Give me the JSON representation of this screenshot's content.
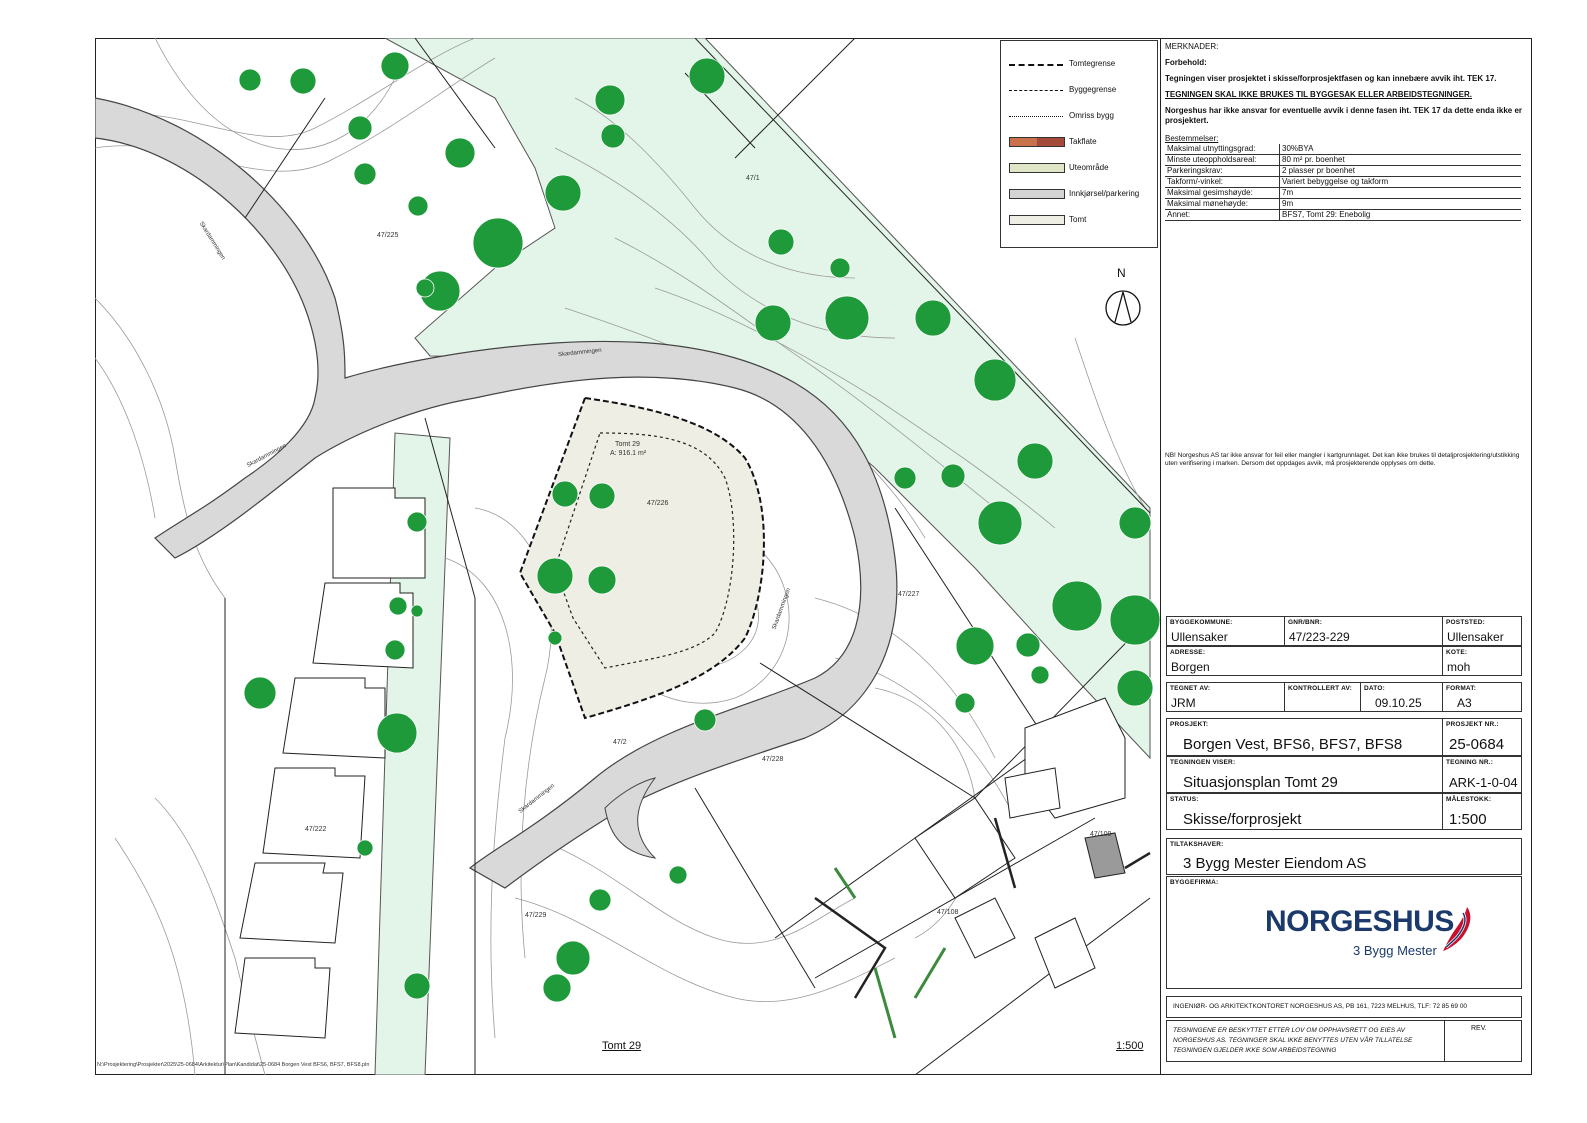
{
  "legend": {
    "items": [
      {
        "label": "Tomtegrense",
        "symbol": "dash-thick"
      },
      {
        "label": "Byggegrense",
        "symbol": "dash-thin"
      },
      {
        "label": "Omriss bygg",
        "symbol": "dash-dotted"
      },
      {
        "label": "Takflate",
        "symbol": "swatch",
        "color": "#c9714a",
        "color2": "#a34a3a"
      },
      {
        "label": "Uteområde",
        "symbol": "swatch",
        "color": "#dfe6c7"
      },
      {
        "label": "Innkjørsel/parkering",
        "symbol": "swatch",
        "color": "#d4d4d4"
      },
      {
        "label": "Tomt",
        "symbol": "swatch",
        "color": "#eeeee4"
      }
    ]
  },
  "north_label": "N",
  "notes": {
    "heading": "MERKNADER:",
    "forbehold_title": "Forbehold:",
    "forbehold_text": "Tegningen viser prosjektet i skisse/forprosjektfasen og kan innebære avvik iht. TEK 17.",
    "warning": "TEGNINGEN SKAL IKKE BRUKES TIL BYGGESAK ELLER ARBEIDSTEGNINGER.",
    "responsibility": "Norgeshus har ikke ansvar for eventuelle avvik i denne fasen iht. TEK 17 da dette enda ikke er prosjektert.",
    "regulations_title": "Bestemmelser:",
    "regulations": [
      {
        "key": "Maksimal utnyttingsgrad:",
        "value": "30%BYA"
      },
      {
        "key": "Minste uteoppholdsareal:",
        "value": "80 m² pr. boenhet"
      },
      {
        "key": "Parkeringskrav:",
        "value": "2 plasser pr boenhet"
      },
      {
        "key": "Takform/-vinkel:",
        "value": "Variert bebyggelse og takform"
      },
      {
        "key": "Maksimal gesimshøyde:",
        "value": "7m"
      },
      {
        "key": "Maksimal mønehøyde:",
        "value": "9m"
      },
      {
        "key": "Annet:",
        "value": "BFS7, Tomt 29: Enebolig"
      }
    ],
    "nb": "NB! Norgeshus AS tar ikke ansvar for feil eller mangler i kartgrunnlaget. Det kan ikke brukes til detaljprosjektering/utstikking uten verifisering i marken. Dersom det oppdages avvik, må prosjekterende opplyses om dette."
  },
  "titleblock": {
    "byggekommune_cap": "BYGGEKOMMUNE:",
    "byggekommune": "Ullensaker",
    "gnr_cap": "GNR/BNR:",
    "gnr": "47/223-229",
    "poststed_cap": "POSTSTED:",
    "poststed": "Ullensaker",
    "adresse_cap": "ADRESSE:",
    "adresse": "Borgen",
    "kote_cap": "KOTE:",
    "kote": "moh",
    "tegnet_cap": "TEGNET AV:",
    "tegnet": "JRM",
    "kontroll_cap": "KONTROLLERT AV:",
    "kontroll": "",
    "dato_cap": "DATO:",
    "dato": "09.10.25",
    "format_cap": "FORMAT:",
    "format": "A3",
    "prosjekt_cap": "PROSJEKT:",
    "prosjekt": "Borgen Vest, BFS6, BFS7, BFS8",
    "prosjektnr_cap": "PROSJEKT NR.:",
    "prosjektnr": "25-0684",
    "viser_cap": "TEGNINGEN VISER:",
    "viser": "Situasjonsplan Tomt 29",
    "tegningnr_cap": "TEGNING NR.:",
    "tegningnr": "ARK-1-0-04",
    "status_cap": "STATUS:",
    "status": "Skisse/forprosjekt",
    "malestokk_cap": "MÅLESTOKK:",
    "malestokk": "1:500",
    "tiltakshaver_cap": "TILTAKSHAVER:",
    "tiltakshaver": "3 Bygg Mester Eiendom AS",
    "byggefirma_cap": "BYGGEFIRMA:",
    "logo_word": "NORGESHUS",
    "logo_sub": "3 Bygg Mester",
    "office": "INGENIØR- OG ARKITEKTKONTORET NORGESHUS AS,  PB 161, 7223 MELHUS,  TLF: 72 85 69 00",
    "copyright": "TEGNINGENE ER BESKYTTET ETTER LOV OM OPPHAVSRETT OG EIES AV NORGESHUS AS.  TEGNINGER SKAL IKKE BENYTTES UTEN VÅR TILLATELSE TEGNINGEN GJELDER IKKE SOM ARBEIDSTEGNING",
    "rev_cap": "REV."
  },
  "map": {
    "road_name": "Skardammingen",
    "plot_label": "Tomt 29",
    "plot_area": "A: 916.1 m²",
    "parcels": [
      "47/225",
      "47/1",
      "47/226",
      "47/227",
      "47/228",
      "47/229",
      "47/222",
      "47/108",
      "47/109",
      "47/2"
    ]
  },
  "footer": {
    "title": "Tomt 29",
    "scale": "1:500",
    "path": "N:\\Prosjektering\\Prosjekter\\2025\\25-0684\\Arkitektur\\Plan\\Kandidat\\25-0684 Borgen Vest BFS6, BFS7, BFS8.pln"
  },
  "colors": {
    "green_area": "#e3f5e9",
    "tree": "#1f9a3a",
    "road": "#d9d9d9",
    "plot": "#eeeee4"
  }
}
